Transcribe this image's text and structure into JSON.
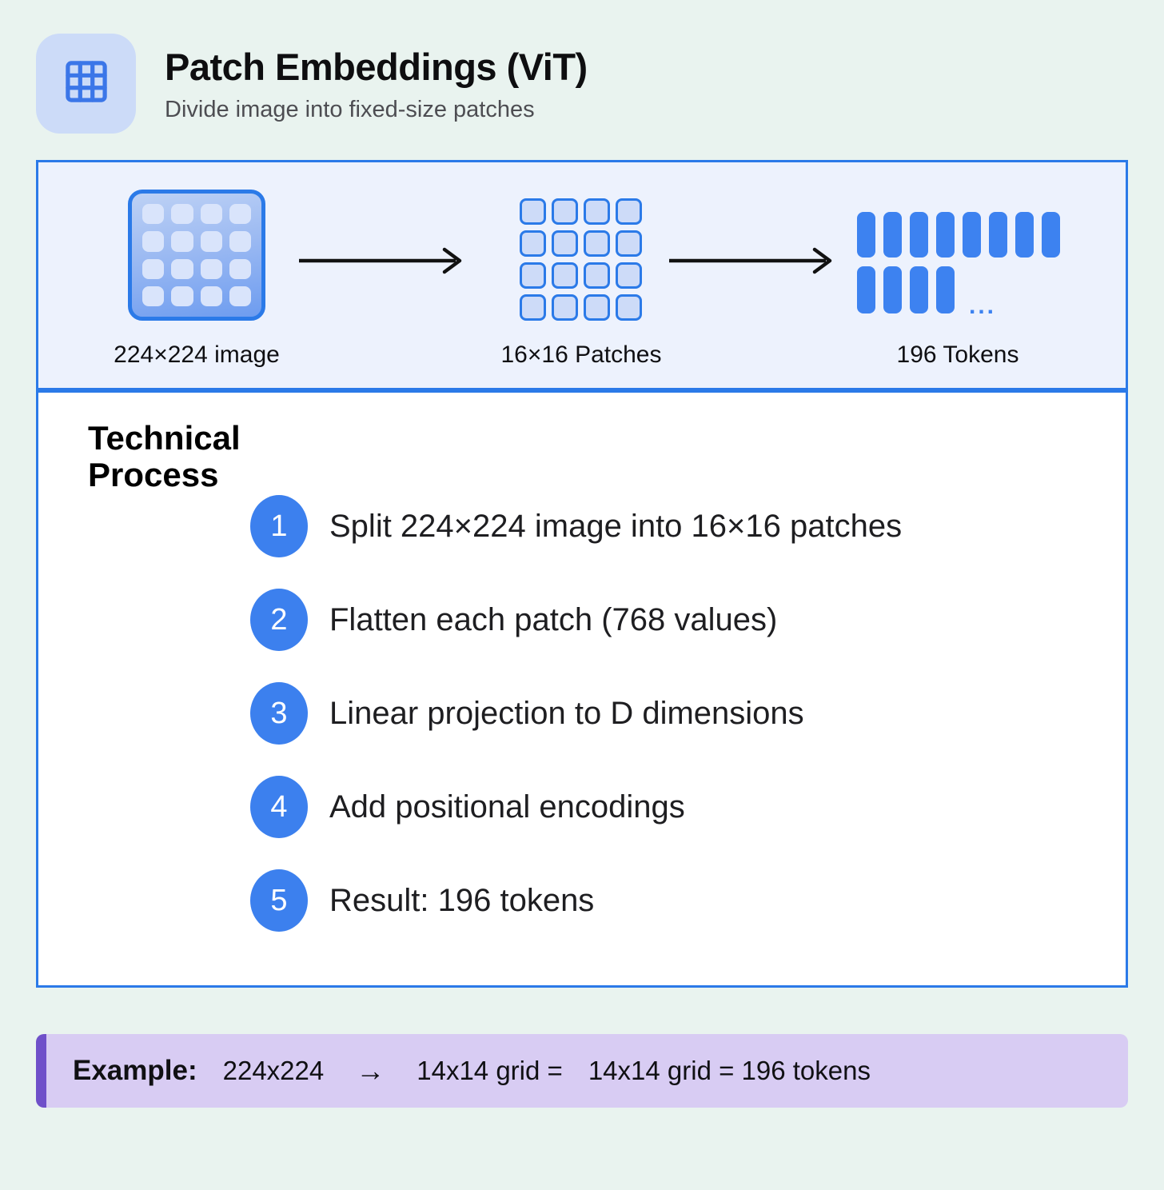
{
  "colors": {
    "background": "#e9f3ef",
    "panel_border_blue": "#2b7ae8",
    "flow_panel_bg": "#edf2fd",
    "icon_tile_bg": "#ccdbf8",
    "icon_stroke": "#3b76e8",
    "token_blue": "#3d82f0",
    "step_circle_blue": "#3c80ee",
    "example_bg": "#d8ccf3",
    "example_stripe": "#6f50c9"
  },
  "header": {
    "title": "Patch Embeddings (ViT)",
    "subtitle": "Divide image into fixed-size patches"
  },
  "flow": {
    "image_label": "224×224 image",
    "patches_label": "16×16 Patches",
    "tokens_label": "196 Tokens",
    "image_cells": 16,
    "patch_cells": 16,
    "tokens_row1": 8,
    "tokens_row2": 4,
    "ellipsis": "..."
  },
  "process": {
    "title": "Technical Process",
    "steps": [
      {
        "num": "1",
        "text": "Split 224×224 image into 16×16 patches"
      },
      {
        "num": "2",
        "text": "Flatten each patch (768 values)"
      },
      {
        "num": "3",
        "text": "Linear projection to D dimensions"
      },
      {
        "num": "4",
        "text": "Add positional encodings"
      },
      {
        "num": "5",
        "text": "Result: 196 tokens"
      }
    ]
  },
  "example": {
    "label": "Example:",
    "input": "224x224",
    "arrow": "→",
    "grid_eq": "14x14 grid =",
    "result": "14x14 grid = 196 tokens"
  }
}
